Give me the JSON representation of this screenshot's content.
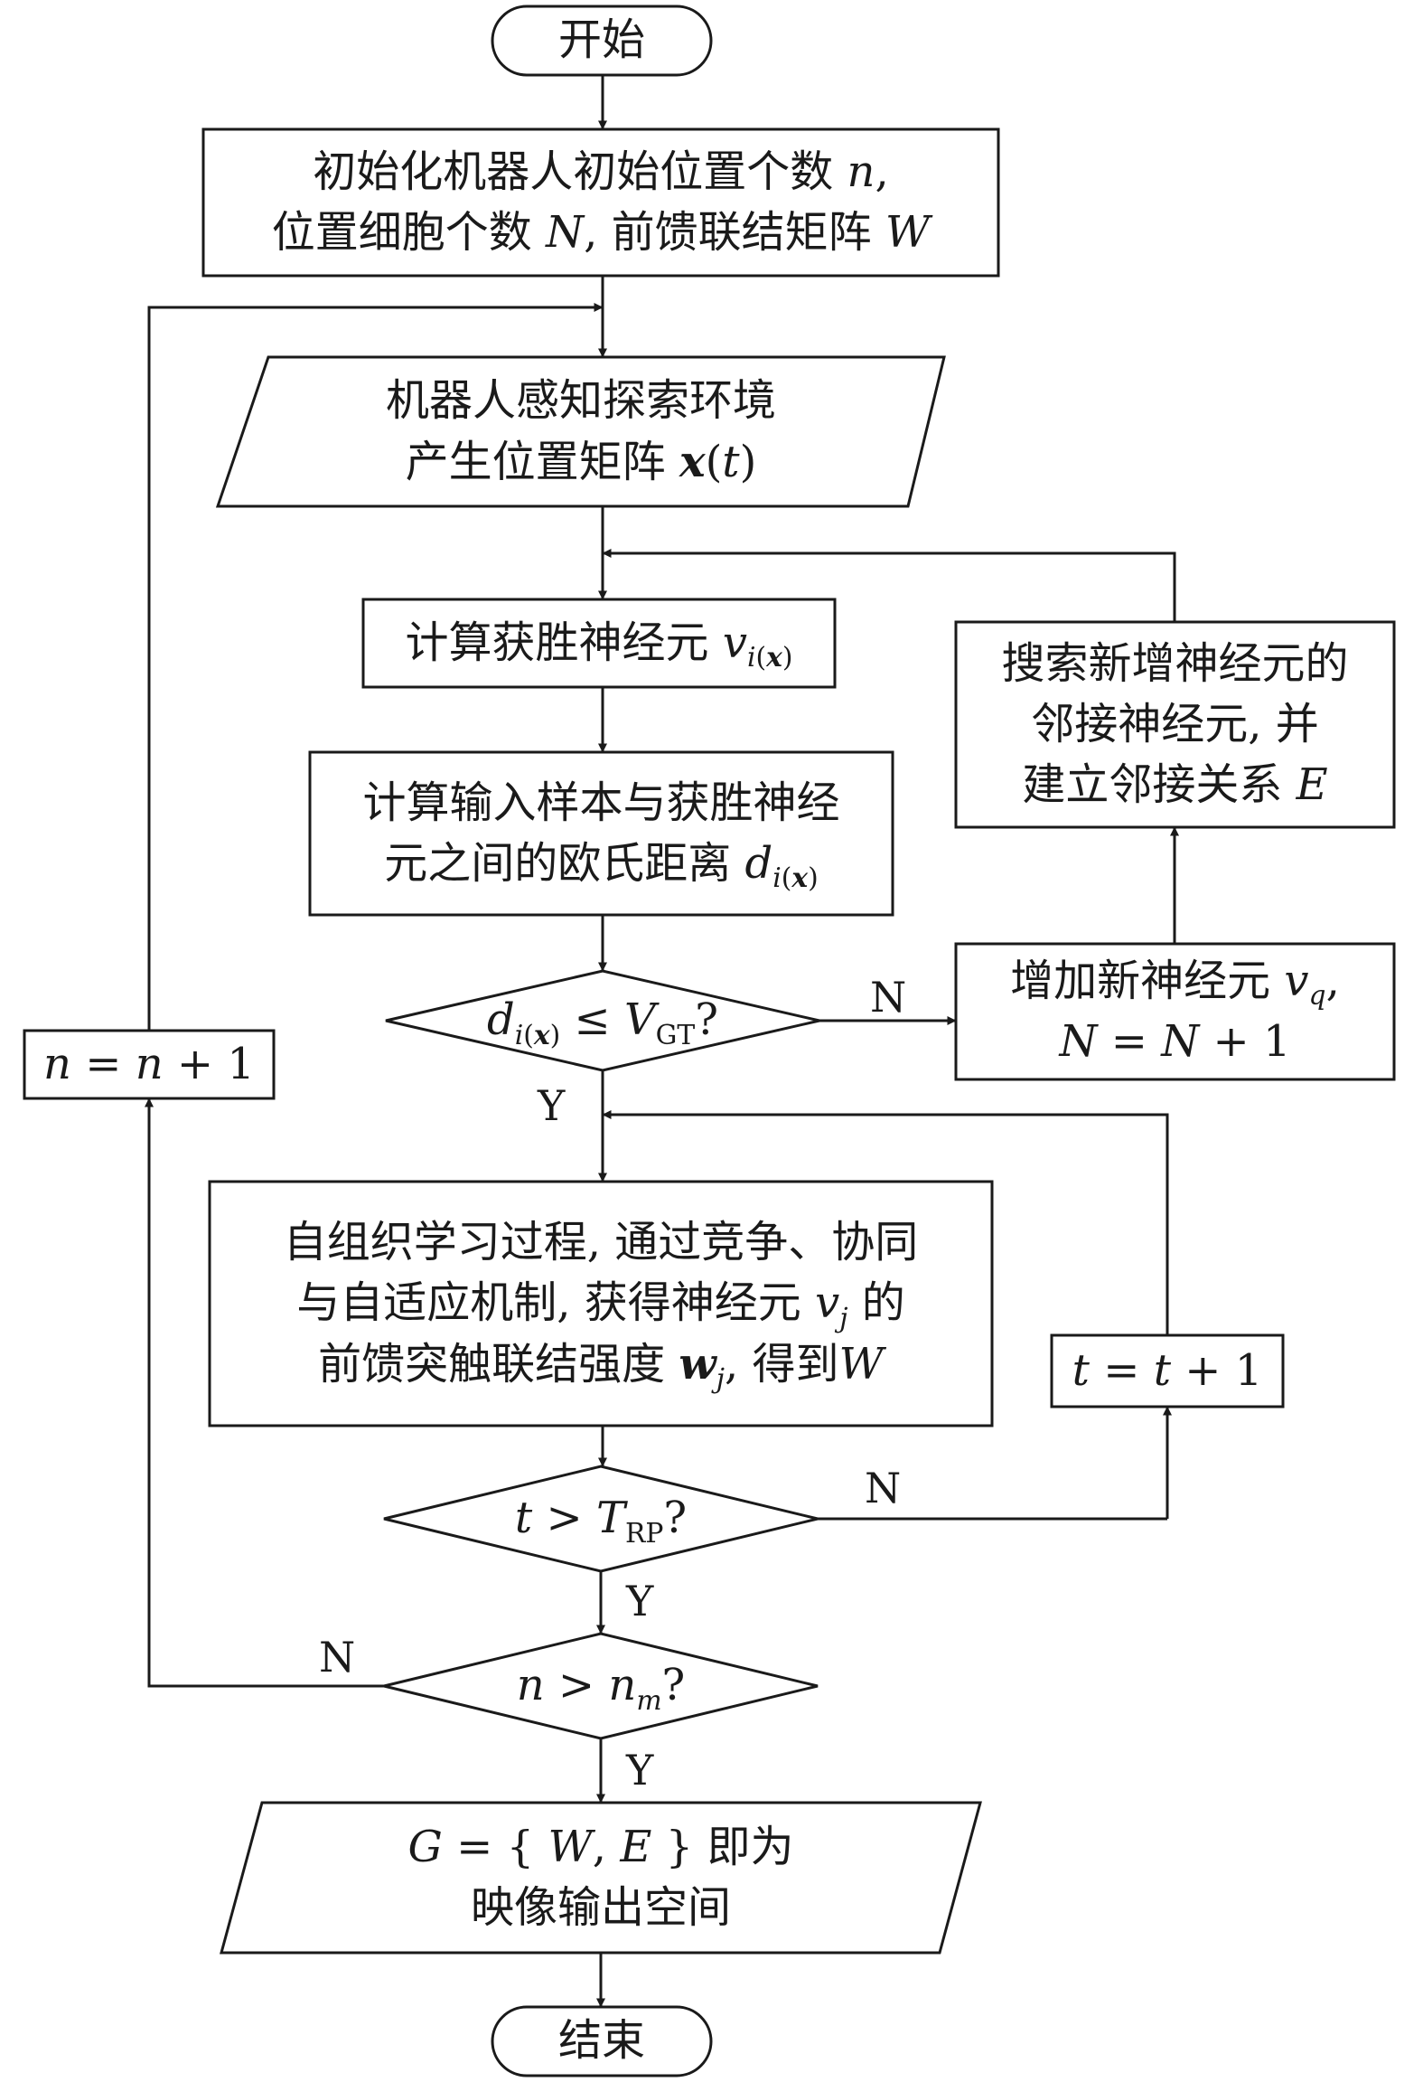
{
  "nodes": {
    "start": {
      "text": "开始"
    },
    "init": {
      "line1": "初始化机器人初始位置个数",
      "line1_var": "n",
      "line1_sep": ",",
      "line2": "位置细胞个数",
      "line2_var": "N",
      "line2_sep": ", 前馈联结矩阵",
      "line2_var2": "W"
    },
    "sense": {
      "line1": "机器人感知探索环境",
      "line2": "产生位置矩阵",
      "line2_var": "x",
      "line2_paren_open": "(",
      "line2_t": "t",
      "line2_paren_close": ")"
    },
    "winner": {
      "text": "计算获胜神经元",
      "var": "v",
      "sub_i": "i",
      "sub_open": "(",
      "sub_x": "x",
      "sub_close": ")"
    },
    "dist": {
      "line1": "计算输入样本与获胜神经",
      "line2": "元之间的欧氏距离",
      "var": "d",
      "sub_i": "i",
      "sub_open": "(",
      "sub_x": "x",
      "sub_close": ")"
    },
    "cond_dist": {
      "var": "d",
      "sub_i": "i",
      "sub_open": "(",
      "sub_x": "x",
      "sub_close": ")",
      "op": "≤",
      "rhs": "V",
      "rhs_sub": "GT",
      "q": "?"
    },
    "add_neuron": {
      "line1": "增加新神经元",
      "line1_var": "v",
      "line1_sub": "q",
      "line1_sep": ",",
      "line2_lhs": "N",
      "line2_op": "=",
      "line2_rhs": "N",
      "line2_plus": "+",
      "line2_one": "1"
    },
    "search": {
      "line1": "搜索新增神经元的",
      "line2": "邻接神经元, 并",
      "line3": "建立邻接关系",
      "line3_var": "E"
    },
    "learn": {
      "line1": "自组织学习过程, 通过竞争、协同",
      "line2": "与自适应机制, 获得神经元",
      "line2_var": "v",
      "line2_sub": "j",
      "line2_tail": "的",
      "line3": "前馈突触联结强度",
      "line3_var": "w",
      "line3_sub": "j",
      "line3_tail": ", 得到",
      "line3_var2": "W"
    },
    "cond_t": {
      "lhs": "t",
      "op": ">",
      "rhs": "T",
      "rhs_sub": "RP",
      "q": "?"
    },
    "t_inc": {
      "lhs": "t",
      "op": "=",
      "rhs": "t",
      "plus": "+",
      "one": "1"
    },
    "cond_n": {
      "lhs": "n",
      "op": ">",
      "rhs": "n",
      "rhs_sub": "m",
      "q": "?"
    },
    "n_inc": {
      "lhs": "n",
      "op": "=",
      "rhs": "n",
      "plus": "+",
      "one": "1"
    },
    "output": {
      "line1_lhs": "G",
      "line1_op": "=",
      "line1_open": "{",
      "line1_w": "W",
      "line1_comma": ",",
      "line1_e": "E",
      "line1_close": "}",
      "line1_tail": "即为",
      "line2": "映像输出空间"
    },
    "end": {
      "text": "结束"
    }
  },
  "edge_labels": {
    "dist_no": "N",
    "dist_yes": "Y",
    "t_no": "N",
    "t_yes": "Y",
    "n_no": "N",
    "n_yes": "Y"
  }
}
